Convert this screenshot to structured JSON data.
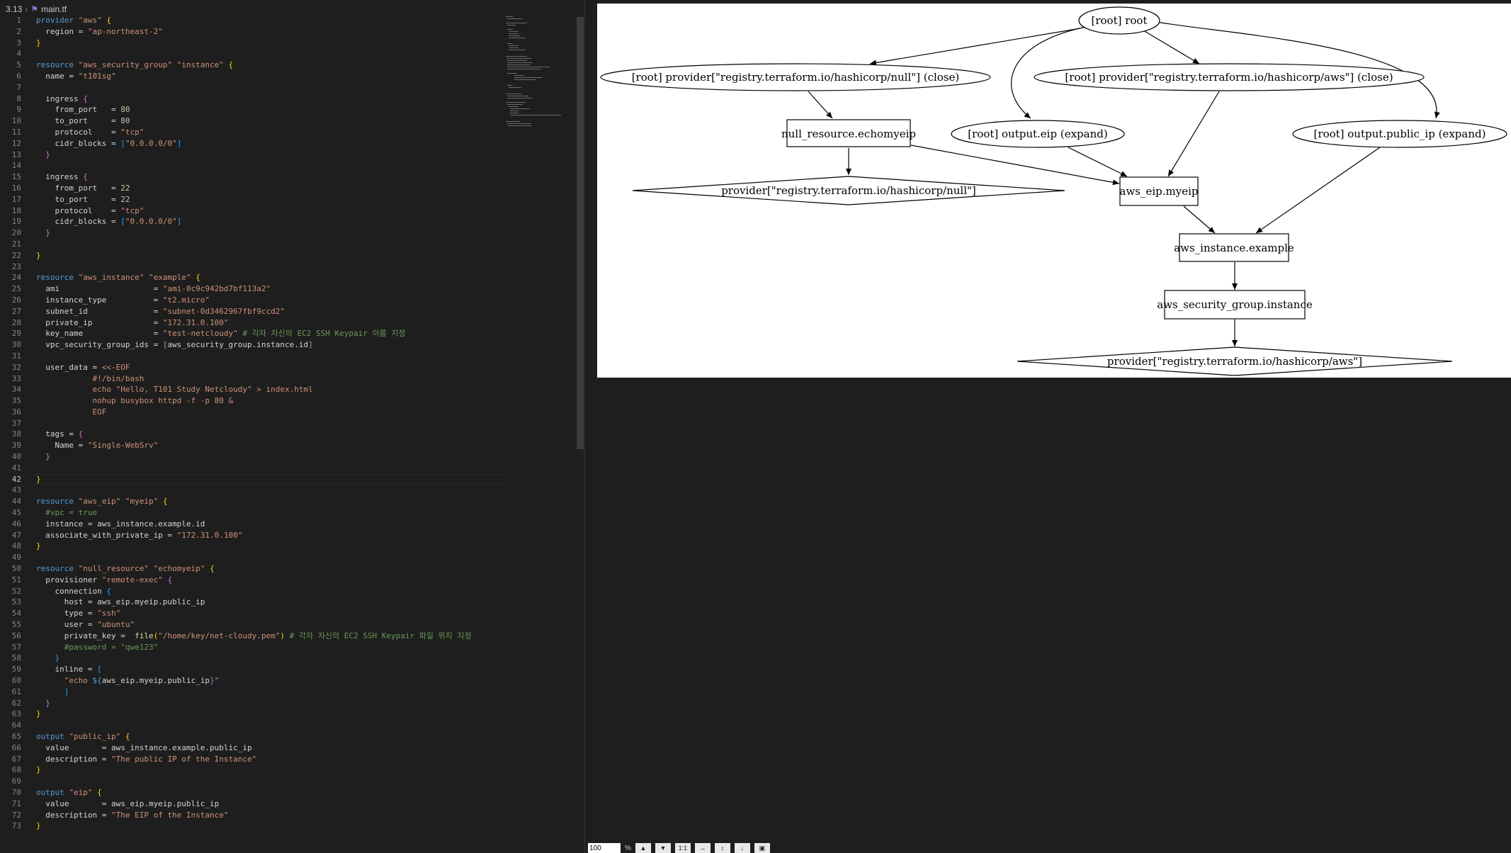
{
  "breadcrumb": {
    "version": "3.13",
    "file": "main.tf"
  },
  "editor": {
    "current_line": 42,
    "lines": [
      [
        [
          "provider ",
          "kw"
        ],
        [
          "\"aws\" ",
          "str"
        ],
        [
          "{",
          "br1"
        ]
      ],
      [
        [
          "  region = ",
          ""
        ],
        [
          "\"ap-northeast-2\"",
          "str"
        ]
      ],
      [
        [
          "}",
          "br1"
        ]
      ],
      [],
      [
        [
          "resource ",
          "kw"
        ],
        [
          "\"aws_security_group\" ",
          "str"
        ],
        [
          "\"instance\" ",
          "str"
        ],
        [
          "{",
          "br1"
        ]
      ],
      [
        [
          "  name = ",
          ""
        ],
        [
          "\"t101sg\"",
          "str"
        ]
      ],
      [],
      [
        [
          "  ingress ",
          ""
        ],
        [
          "{",
          "br2"
        ]
      ],
      [
        [
          "    from_port   = ",
          ""
        ],
        [
          "80",
          "num"
        ]
      ],
      [
        [
          "    to_port     = ",
          ""
        ],
        [
          "80",
          "num"
        ]
      ],
      [
        [
          "    protocol    = ",
          ""
        ],
        [
          "\"tcp\"",
          "str"
        ]
      ],
      [
        [
          "    cidr_blocks = ",
          ""
        ],
        [
          "[",
          "br3"
        ],
        [
          "\"0.0.0.0/0\"",
          "str"
        ],
        [
          "]",
          "br3"
        ]
      ],
      [
        [
          "  }",
          "br2"
        ]
      ],
      [],
      [
        [
          "  ingress ",
          ""
        ],
        [
          "{",
          "br2"
        ]
      ],
      [
        [
          "    from_port   = ",
          ""
        ],
        [
          "22",
          "num"
        ]
      ],
      [
        [
          "    to_port     = ",
          ""
        ],
        [
          "22",
          "num"
        ]
      ],
      [
        [
          "    protocol    = ",
          ""
        ],
        [
          "\"tcp\"",
          "str"
        ]
      ],
      [
        [
          "    cidr_blocks = ",
          ""
        ],
        [
          "[",
          "br3"
        ],
        [
          "\"0.0.0.0/0\"",
          "str"
        ],
        [
          "]",
          "br3"
        ]
      ],
      [
        [
          "  }",
          "br2"
        ]
      ],
      [],
      [
        [
          "}",
          "br1"
        ]
      ],
      [],
      [
        [
          "resource ",
          "kw"
        ],
        [
          "\"aws_instance\" ",
          "str"
        ],
        [
          "\"example\" ",
          "str"
        ],
        [
          "{",
          "br1"
        ]
      ],
      [
        [
          "  ami                    = ",
          ""
        ],
        [
          "\"ami-0c9c942bd7bf113a2\"",
          "str"
        ]
      ],
      [
        [
          "  instance_type          = ",
          ""
        ],
        [
          "\"t2.micro\"",
          "str"
        ]
      ],
      [
        [
          "  subnet_id              = ",
          ""
        ],
        [
          "\"subnet-0d3462967fbf9ccd2\"",
          "str"
        ]
      ],
      [
        [
          "  private_ip             = ",
          ""
        ],
        [
          "\"172.31.0.100\"",
          "str"
        ]
      ],
      [
        [
          "  key_name               = ",
          ""
        ],
        [
          "\"test-netcloudy\"",
          "str"
        ],
        [
          " # 각자 자신의 EC2 SSH Keypair 이름 지정",
          "cm"
        ]
      ],
      [
        [
          "  vpc_security_group_ids = ",
          ""
        ],
        [
          "[",
          "br2"
        ],
        [
          "aws_security_group.instance.id",
          ""
        ],
        [
          "]",
          "br2"
        ]
      ],
      [],
      [
        [
          "  user_data = ",
          ""
        ],
        [
          "<<-EOF",
          "str"
        ]
      ],
      [
        [
          "            #!/bin/bash",
          "str"
        ]
      ],
      [
        [
          "            echo \"Hello, T101 Study Netcloudy\" > index.html",
          "str"
        ]
      ],
      [
        [
          "            nohup busybox httpd -f -p 80 &",
          "str"
        ]
      ],
      [
        [
          "            EOF",
          "str"
        ]
      ],
      [],
      [
        [
          "  tags = ",
          ""
        ],
        [
          "{",
          "br2"
        ]
      ],
      [
        [
          "    Name = ",
          ""
        ],
        [
          "\"Single-WebSrv\"",
          "str"
        ]
      ],
      [
        [
          "  }",
          "br2"
        ]
      ],
      [],
      [
        [
          "}",
          "br1"
        ]
      ],
      [],
      [
        [
          "resource ",
          "kw"
        ],
        [
          "\"aws_eip\" ",
          "str"
        ],
        [
          "\"myeip\" ",
          "str"
        ],
        [
          "{",
          "br1"
        ]
      ],
      [
        [
          "  #vpc = true",
          "cm"
        ]
      ],
      [
        [
          "  instance = aws_instance.example.id",
          ""
        ]
      ],
      [
        [
          "  associate_with_private_ip = ",
          ""
        ],
        [
          "\"172.31.0.100\"",
          "str"
        ]
      ],
      [
        [
          "}",
          "br1"
        ]
      ],
      [],
      [
        [
          "resource ",
          "kw"
        ],
        [
          "\"null_resource\" ",
          "str"
        ],
        [
          "\"echomyeip\" ",
          "str"
        ],
        [
          "{",
          "br1"
        ]
      ],
      [
        [
          "  provisioner ",
          ""
        ],
        [
          "\"remote-exec\" ",
          "str"
        ],
        [
          "{",
          "br2"
        ]
      ],
      [
        [
          "    connection ",
          ""
        ],
        [
          "{",
          "br3"
        ]
      ],
      [
        [
          "      host = aws_eip.myeip.public_ip",
          ""
        ]
      ],
      [
        [
          "      type = ",
          ""
        ],
        [
          "\"ssh\"",
          "str"
        ]
      ],
      [
        [
          "      user = ",
          ""
        ],
        [
          "\"ubuntu\"",
          "str"
        ]
      ],
      [
        [
          "      private_key =  ",
          ""
        ],
        [
          "file",
          "fn"
        ],
        [
          "(",
          "br1"
        ],
        [
          "\"/home/key/net-cloudy.pem\"",
          "str"
        ],
        [
          ")",
          "br1"
        ],
        [
          " # 각자 자신의 EC2 SSH Keypair 파일 위치 지정",
          "cm"
        ]
      ],
      [
        [
          "      #password = \"qwe123\"",
          "cm"
        ]
      ],
      [
        [
          "    }",
          "br3"
        ]
      ],
      [
        [
          "    inline = ",
          ""
        ],
        [
          "[",
          "br3"
        ]
      ],
      [
        [
          "      \"echo ",
          "str"
        ],
        [
          "${",
          "kw"
        ],
        [
          "aws_eip.myeip.public_ip",
          ""
        ],
        [
          "}",
          "kw"
        ],
        [
          "\"",
          "str"
        ]
      ],
      [
        [
          "      ]",
          "br3"
        ]
      ],
      [
        [
          "  }",
          "br2"
        ]
      ],
      [
        [
          "}",
          "br1"
        ]
      ],
      [],
      [
        [
          "output ",
          "kw"
        ],
        [
          "\"public_ip\" ",
          "str"
        ],
        [
          "{",
          "br1"
        ]
      ],
      [
        [
          "  value       = aws_instance.example.public_ip",
          ""
        ]
      ],
      [
        [
          "  description = ",
          ""
        ],
        [
          "\"The public IP of the Instance\"",
          "str"
        ]
      ],
      [
        [
          "}",
          "br1"
        ]
      ],
      [],
      [
        [
          "output ",
          "kw"
        ],
        [
          "\"eip\" ",
          "str"
        ],
        [
          "{",
          "br1"
        ]
      ],
      [
        [
          "  value       = aws_eip.myeip.public_ip",
          ""
        ]
      ],
      [
        [
          "  description = ",
          ""
        ],
        [
          "\"The EIP of the Instance\"",
          "str"
        ]
      ],
      [
        [
          "}",
          "br1"
        ]
      ]
    ]
  },
  "graph": {
    "nodes": {
      "root": "[root] root",
      "provider_null_close": "[root] provider[\"registry.terraform.io/hashicorp/null\"] (close)",
      "provider_aws_close": "[root] provider[\"registry.terraform.io/hashicorp/aws\"] (close)",
      "null_resource": "null_resource.echomyeip",
      "output_eip": "[root] output.eip (expand)",
      "output_public_ip": "[root] output.public_ip (expand)",
      "provider_null": "provider[\"registry.terraform.io/hashicorp/null\"]",
      "aws_eip": "aws_eip.myeip",
      "aws_instance": "aws_instance.example",
      "aws_sg": "aws_security_group.instance",
      "provider_aws": "provider[\"registry.terraform.io/hashicorp/aws\"]"
    }
  },
  "toolbar": {
    "zoom_value": "100",
    "zoom_unit": "%",
    "buttons": [
      "▲",
      "▼",
      "1:1",
      "↔",
      "↕",
      "↓",
      "▣"
    ]
  }
}
